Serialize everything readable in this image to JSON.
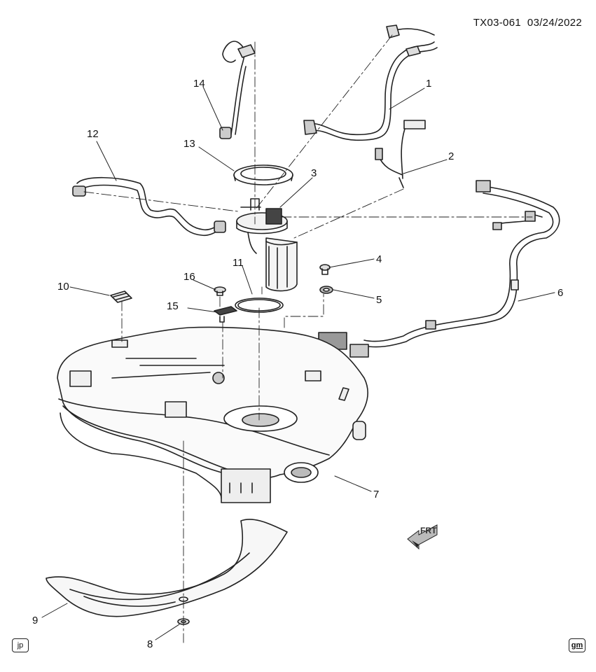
{
  "header": {
    "doc_id": "TX03-061",
    "date": "03/24/2022"
  },
  "callouts": [
    "1",
    "2",
    "3",
    "4",
    "5",
    "6",
    "7",
    "8",
    "9",
    "10",
    "11",
    "12",
    "13",
    "14",
    "15",
    "16"
  ],
  "direction_indicator": "FRT",
  "badges": {
    "left": "jp",
    "right": "gm"
  },
  "icons": [
    "front-direction-arrow-icon"
  ]
}
